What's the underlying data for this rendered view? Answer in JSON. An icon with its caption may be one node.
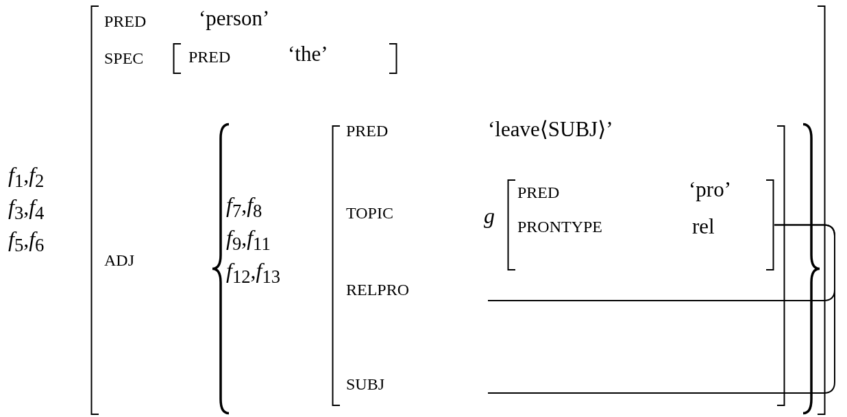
{
  "diagram": {
    "nodes": [
      {
        "text": [
          "PRED",
          "‘person’",
          "SPEC",
          "ADJ"
        ],
        "beside": [
          "*f*$_{1}$,*f*$_{2}$",
          "*f*$_{3}$,*f*$_{4}$",
          "*f*$_{5}$,*f*$_{6}$"
        ]
      },
      {
        "text": [
          "PRED",
          "‘the’"
        ],
        "in": 0
      },
      {
        "text": [],
        "shape": "braces",
        "in": 0
      },
      {
        "text": [
          "PRED",
          "‘leave⟨SUBJ⟩’",
          "TOPIC",
          "RELPRO",
          "SUBJ"
        ],
        "in": 2,
        "beside": [
          "*f*$_{7}$,*f*$_{8}$",
          "*f*$_{9}$,*f*$_{11}$",
          "*f*$_{12}$,*f*$_{13}$"
        ]
      },
      {
        "text": [
          "PRED",
          "‘pro’",
          "PRONTYPE",
          "rel"
        ],
        "in": 3,
        "beside": [
          "*g*"
        ]
      },
      {
        "text": [],
        "shape": "line",
        "in": 3
      },
      {
        "text": [],
        "shape": "line",
        "in": 3
      }
    ],
    "edges": [
      {
        "from": 4,
        "to": 5,
        "arrow": "none"
      },
      {
        "from": 4,
        "to": 6,
        "arrow": "none"
      }
    ]
  }
}
